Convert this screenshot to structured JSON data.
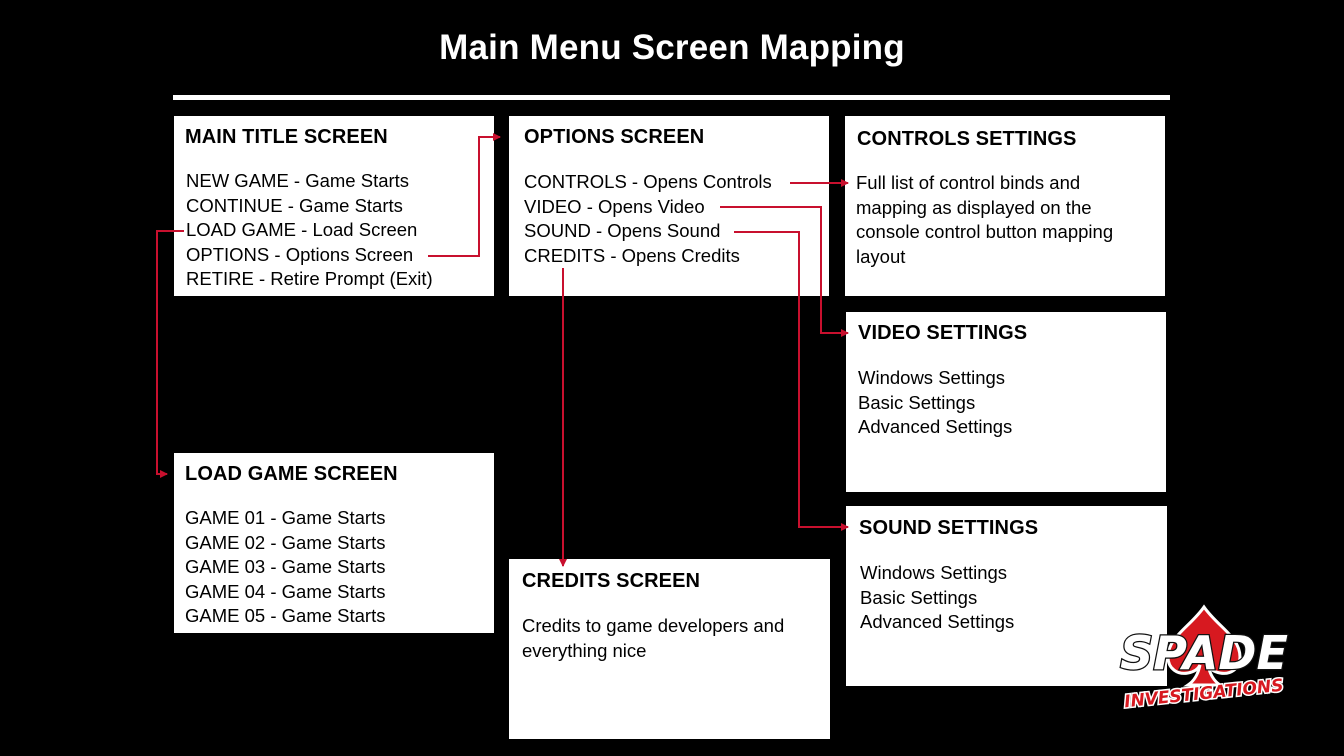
{
  "page": {
    "title": "Main Menu Screen Mapping"
  },
  "colors": {
    "background": "#000000",
    "box": "#ffffff",
    "connector": "#c8102e",
    "logo_red": "#d71920"
  },
  "boxes": {
    "main_title": {
      "heading": "MAIN TITLE SCREEN",
      "items": [
        "NEW GAME - Game Starts",
        "CONTINUE - Game Starts",
        "LOAD GAME - Load Screen",
        "OPTIONS - Options Screen",
        "RETIRE - Retire Prompt (Exit)"
      ]
    },
    "options": {
      "heading": "OPTIONS SCREEN",
      "items": [
        "CONTROLS - Opens Controls",
        "VIDEO - Opens Video",
        "SOUND - Opens Sound",
        "CREDITS - Opens Credits"
      ]
    },
    "controls_settings": {
      "heading": "CONTROLS SETTINGS",
      "description_lines": [
        "Full list of control binds and",
        "mapping as displayed on the",
        "console control button mapping",
        "layout"
      ]
    },
    "video_settings": {
      "heading": "VIDEO SETTINGS",
      "items": [
        "Windows Settings",
        "Basic Settings",
        "Advanced Settings"
      ]
    },
    "sound_settings": {
      "heading": "SOUND SETTINGS",
      "items": [
        "Windows Settings",
        "Basic Settings",
        "Advanced Settings"
      ]
    },
    "load_game": {
      "heading": "LOAD GAME SCREEN",
      "items": [
        "GAME 01 - Game Starts",
        "GAME 02 - Game Starts",
        "GAME 03 - Game Starts",
        "GAME 04 - Game Starts",
        "GAME 05 - Game Starts"
      ]
    },
    "credits": {
      "heading": "CREDITS SCREEN",
      "description_lines": [
        "Credits to game developers and",
        "everything nice"
      ]
    }
  },
  "logo": {
    "wordmark": "SPADE",
    "tagline": "INVESTIGATIONS"
  }
}
